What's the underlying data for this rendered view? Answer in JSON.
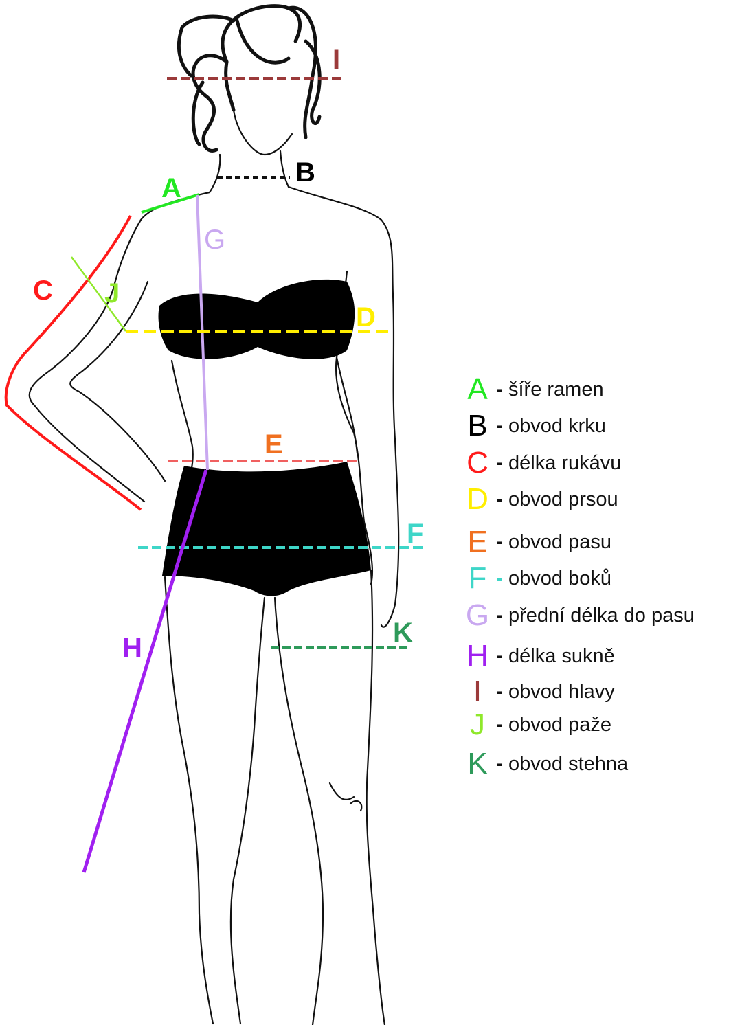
{
  "figure": {
    "markers": [
      {
        "letter": "A",
        "color": "#22e822"
      },
      {
        "letter": "B",
        "color": "#000000"
      },
      {
        "letter": "C",
        "color": "#ff1a1a"
      },
      {
        "letter": "D",
        "color": "#ffee00"
      },
      {
        "letter": "E",
        "color": "#f07020"
      },
      {
        "letter": "F",
        "color": "#3ed6c8"
      },
      {
        "letter": "G",
        "color": "#c9a8f0"
      },
      {
        "letter": "H",
        "color": "#a020f0"
      },
      {
        "letter": "I",
        "color": "#9b3a3a"
      },
      {
        "letter": "J",
        "color": "#8fe82a"
      },
      {
        "letter": "K",
        "color": "#2e9a5a"
      }
    ]
  },
  "legend": {
    "items": [
      {
        "letter": "A",
        "dash": "-",
        "text": "šíře ramen",
        "color": "#22e822"
      },
      {
        "letter": "B",
        "dash": "-",
        "text": "obvod krku",
        "color": "#000000"
      },
      {
        "letter": "C",
        "dash": "-",
        "text": "délka rukávu",
        "color": "#ff1a1a"
      },
      {
        "letter": "D",
        "dash": "-",
        "text": "obvod prsou",
        "color": "#ffee00"
      },
      {
        "letter": "E",
        "dash": "-",
        "text": "obvod pasu",
        "color": "#f07020"
      },
      {
        "letter": "F",
        "dash": "-",
        "text": "obvod boků",
        "color": "#3ed6c8"
      },
      {
        "letter": "G",
        "dash": "-",
        "text": "přední délka do pasu",
        "color": "#c9a8f0"
      },
      {
        "letter": "H",
        "dash": "-",
        "text": "délka sukně",
        "color": "#a020f0"
      },
      {
        "letter": "I",
        "dash": "-",
        "text": "obvod hlavy",
        "color": "#9b3a3a"
      },
      {
        "letter": "J",
        "dash": "-",
        "text": "obvod paže",
        "color": "#8fe82a"
      },
      {
        "letter": "K",
        "dash": "-",
        "text": "obvod stehna",
        "color": "#2e9a5a"
      }
    ]
  }
}
